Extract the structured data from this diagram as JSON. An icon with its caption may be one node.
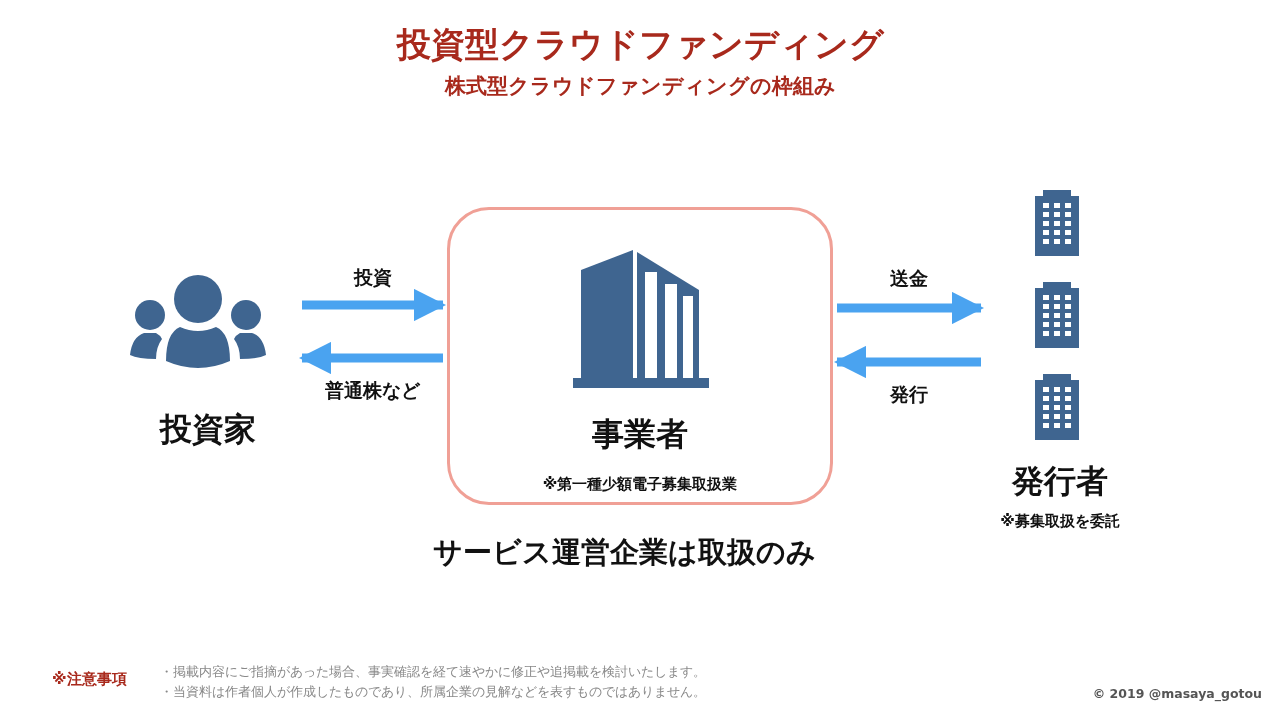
{
  "diagram": {
    "title": "投資型クラウドファンディング",
    "nodes": [
      {
        "text": [
          "投資家"
        ]
      },
      {
        "text": [
          "事業者",
          "※第一種少額電子募集取扱業"
        ],
        "beside": [
          "サービス運営企業は取扱のみ"
        ]
      },
      {
        "text": [
          "発行者",
          "※募集取扱を委託"
        ]
      }
    ],
    "edges": [
      {
        "from": 0,
        "to": 1,
        "arrow": "to",
        "label": "投資"
      },
      {
        "from": 1,
        "to": 0,
        "arrow": "to",
        "label": "普通株など"
      },
      {
        "from": 1,
        "to": 2,
        "arrow": "to",
        "label": "送金"
      },
      {
        "from": 2,
        "to": 1,
        "arrow": "to",
        "label": "発行"
      }
    ],
    "labels": [
      "株式型クラウドファンディングの枠組み",
      "※注意事項",
      "・掲載内容にご指摘があった場合、事実確認を経て速やかに修正や追掲載を検討いたします。",
      "・当資料は作者個人が作成したものであり、所属企業の見解などを表すものではありません。",
      "© 2019 @masaya_gotou"
    ]
  }
}
